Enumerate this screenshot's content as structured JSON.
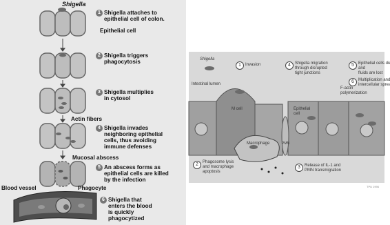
{
  "left": {
    "title": "Shigella",
    "epithelial_cell_label": "Epithelial cell",
    "actin_fibers_label": "Actin fibers",
    "mucosal_abscess_label": "Mucosal abscess",
    "blood_vessel_label": "Blood vessel",
    "phagocyte_label": "Phagocyte",
    "steps": [
      {
        "num": "1",
        "text": "Shigella attaches to\nepithelial cell of colon."
      },
      {
        "num": "2",
        "text": "Shigella triggers\nphagocytosis"
      },
      {
        "num": "3",
        "text": "Shigella multiplies\nin cytosol"
      },
      {
        "num": "4",
        "text": "Shigella invades\nneighboring epithelial\ncells, thus avoiding\nimmune defenses"
      },
      {
        "num": "5",
        "text": "An abscess forms as\nepithelial cells are killed\nby the infection"
      },
      {
        "num": "6",
        "text": "Shigella that\nenters the blood\nis quickly\nphagocytized"
      }
    ]
  },
  "right": {
    "shigella_label": "Shigella",
    "intestinal_lumen_label": "Intestinal lumen",
    "m_cell_label": "M cell",
    "epithelial_cell_label": "Epithelial\ncell",
    "macrophage_label": "Macrophage",
    "factin_label": "F-actin\npolymerization",
    "pmn_label": "PMN",
    "credit": "TPU 1996",
    "steps": [
      {
        "num": "1",
        "text": "Invasion"
      },
      {
        "num": "2",
        "text": "Phagosome lysis\nand macrophage\napoptosis"
      },
      {
        "num": "3",
        "text": "Release of IL-1 and\nPMN transmigration"
      },
      {
        "num": "4",
        "text": "Shigella migration\nthrough disrupted\ntight junctions"
      },
      {
        "num": "5",
        "text": "Epithelial cells die\nand\nfluids are lost"
      },
      {
        "num": "6",
        "text": "Multiplication and\nintercellular spread"
      }
    ]
  }
}
